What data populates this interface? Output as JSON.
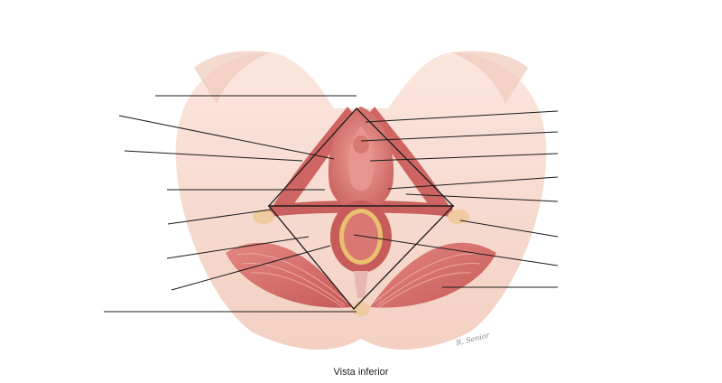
{
  "figure": {
    "caption": "Vista inferior",
    "signature": "R. Senior",
    "colors": {
      "skin": "#f7ddd2",
      "muscle": "#d9706c",
      "muscle_dark": "#b94d4c",
      "fat_yellow": "#e9c070",
      "leader_line": "#1b1b1b"
    }
  },
  "labels": {
    "left_leader_count": 8,
    "right_leader_count": 8,
    "text": []
  }
}
